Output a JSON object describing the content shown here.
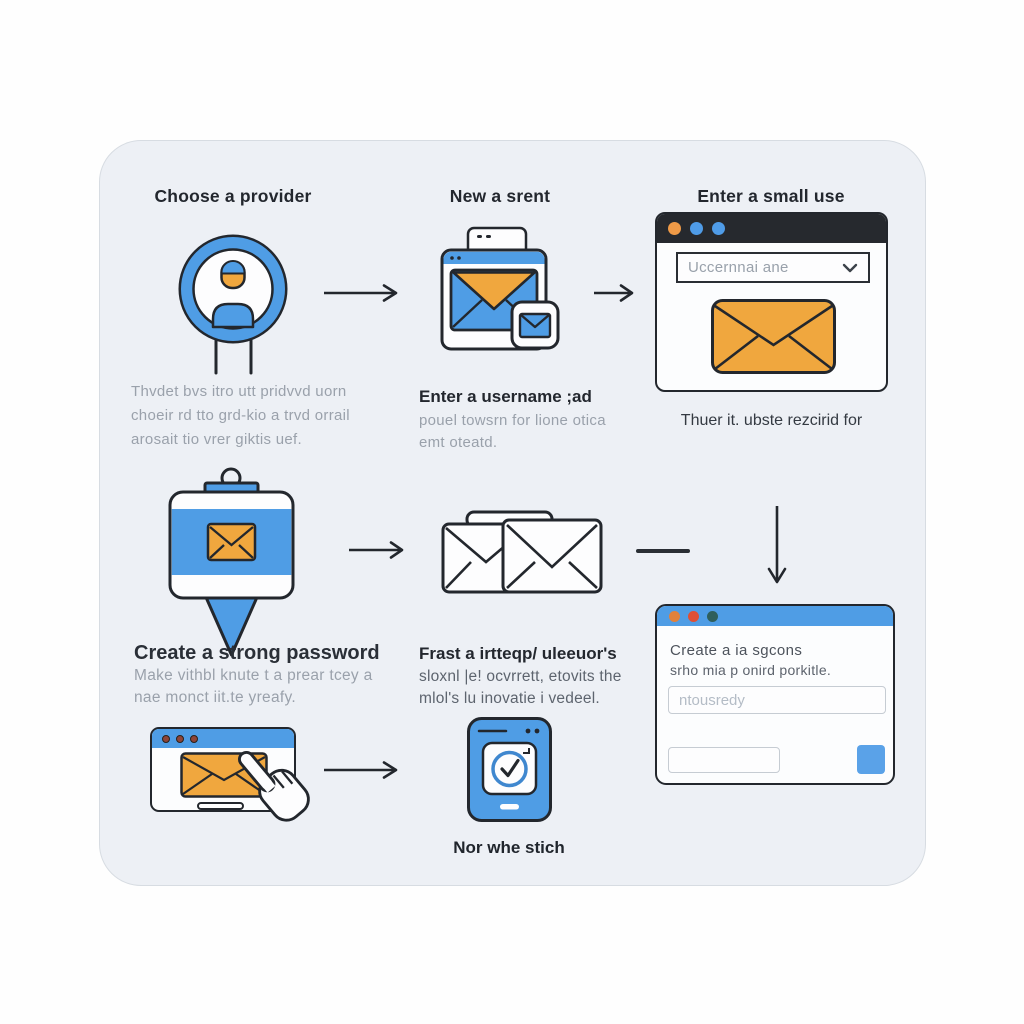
{
  "colors": {
    "accent_blue": "#4f9de5",
    "accent_orange": "#f0a73e",
    "outline_dark": "#23272d",
    "card_background": "#edf0f5",
    "dark_header": "#26292e",
    "gray_text": "#9aa1ab",
    "dark_text": "#23272e",
    "dot_orange": "#ef9a47",
    "dot_blue": "#4f9ce8",
    "dot_red": "#df4f35",
    "dot_teal": "#2f5f5b"
  },
  "row1": {
    "step1": {
      "title": "Choose a provider",
      "icon": "provider-search-person-icon",
      "body_lines": [
        "Thvdet bvs itro utt pridvvd uorn",
        "choeir rd tto grd-kio a trvd orrail",
        "arosait tio vrer giktis uef."
      ]
    },
    "step2": {
      "title": "New a srent",
      "icon": "mail-window-stack-icon",
      "heading": "Enter a username ;ad",
      "body_lines": [
        "pouel towsrn for lione otica",
        "emt oteatd."
      ]
    },
    "step3": {
      "title": "Enter a small use",
      "window": {
        "username_value": "Uccernnai ane",
        "envelope_icon": "orange-envelope-icon"
      },
      "caption": "Thuer it. ubste rezcirid for"
    }
  },
  "row2": {
    "step4": {
      "icon": "clipboard-mail-pin-icon",
      "heading": "Create a strong password",
      "body_lines": [
        "Make vithbl knute t a prear tcey a",
        "nae monct iit.te yreafy."
      ]
    },
    "step5": {
      "icon": "envelope-pair-icon",
      "heading": "Frast a irtteqp/ uleeuor's",
      "body_lines": [
        "sloxnl |e! ocvrrett, etovits the",
        "mlol's lu inovatie i vedeel."
      ]
    },
    "step6": {
      "window": {
        "line1": "Create a ia sgcons",
        "line2": "srho mia p onird porkitle.",
        "input_placeholder": "ntousredy"
      }
    }
  },
  "row3": {
    "step7": {
      "icon": "browser-mail-click-icon"
    },
    "step8": {
      "icon": "phone-verified-icon",
      "caption": "Nor whe stich"
    }
  }
}
